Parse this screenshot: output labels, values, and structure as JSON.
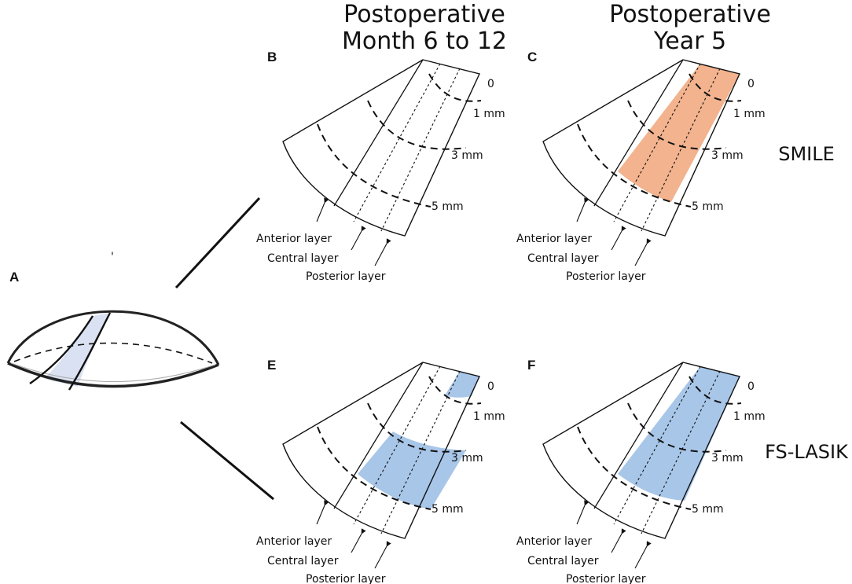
{
  "headers": {
    "col1_line1": "Postoperative",
    "col1_line2": "Month 6 to 12",
    "col2_line1": "Postoperative",
    "col2_line2": "Year 5"
  },
  "groups": {
    "top": "SMILE",
    "bottom": "FS-LASIK"
  },
  "panel_labels": {
    "a": "A",
    "b": "B",
    "c": "C",
    "e": "E",
    "f": "F"
  },
  "depth_labels": [
    "0",
    "1 mm",
    "3 mm",
    "5 mm"
  ],
  "layer_labels": [
    "Anterior layer",
    "Central layer",
    "Posterior layer"
  ],
  "colors": {
    "smile_highlight": "#f0a67a",
    "lasik_highlight": "#9ec0e6",
    "cornea_strip": "#d9e1f2"
  },
  "panels": [
    {
      "id": "B",
      "highlight": "none"
    },
    {
      "id": "C",
      "highlight": "smile",
      "from": "0",
      "to": "5 mm",
      "layers": [
        "Central layer",
        "Posterior layer"
      ]
    },
    {
      "id": "E",
      "highlight": "lasik",
      "regions": [
        {
          "from": "0",
          "to": "1 mm",
          "layers": [
            "Posterior layer"
          ]
        },
        {
          "from": "3 mm",
          "to": "5 mm",
          "layers": [
            "Central layer",
            "Posterior layer"
          ]
        }
      ]
    },
    {
      "id": "F",
      "highlight": "lasik",
      "from": "0",
      "to": "5 mm",
      "layers": [
        "Central layer",
        "Posterior layer"
      ]
    }
  ]
}
